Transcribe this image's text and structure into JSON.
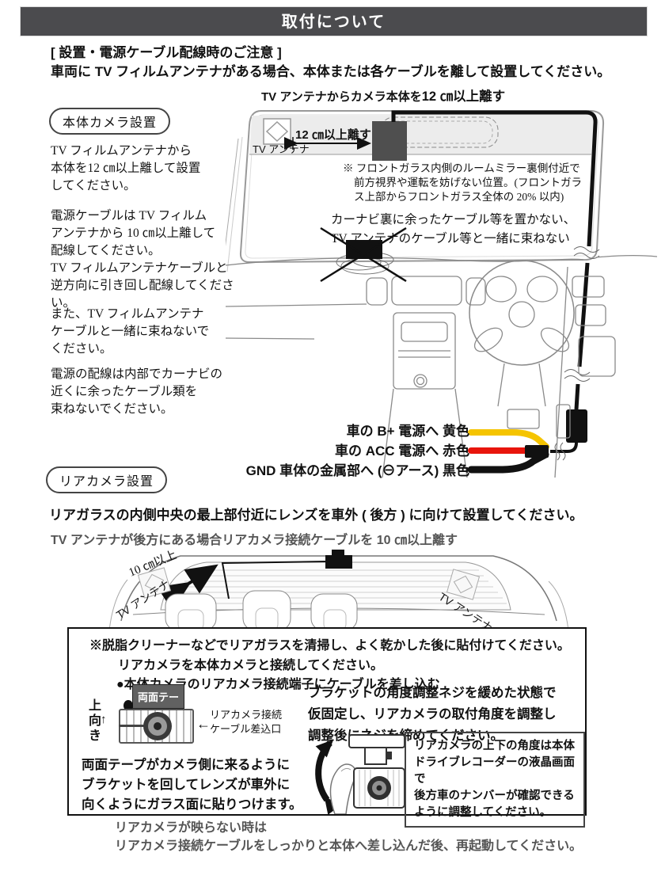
{
  "header": {
    "title": "取付について",
    "bg_color": "#4b4b4e"
  },
  "intro": {
    "line1": "[ 設置・電源ケーブル配線時のご注意 ]",
    "line2": "車両に TV フィルムアンテナがある場合、本体または各ケーブルを離して設置してください。"
  },
  "front_section": {
    "badge": "本体カメラ設置",
    "caption_prefix": "TV アンテナからカメラ本体を",
    "caption_bold": "12 ㎝以上離す",
    "paragraphs": [
      "TV フィルムアンテナから\n本体を12 ㎝以上離して設置\nしてください。",
      "電源ケーブルは TV フィルム\nアンテナから 10 ㎝以上離して\n配線してください。\nTV フィルムアンテナケーブルと\n逆方向に引き回し配線してください。",
      "また、TV フィルムアンテナ\nケーブルと一緒に束ねないで\nください。",
      "電源の配線は内部でカーナビの\n近くに余ったケーブル類を\n束ねないでください。"
    ],
    "windshield": {
      "distance_label": "12 ㎝以上離す",
      "antenna_label": "TV アンテナ",
      "note_lines": [
        "※ フロントガラス内側のルームミラー裏側付近で",
        "前方視界や運転を妨げない位置。(フロントガラ",
        "ス上部からフロントガラス全体の 20% 以内)"
      ],
      "dash_note_lines": [
        "カーナビ裏に余ったケーブル等を置かない、",
        "TV アンテナのケーブル等と一緒に束ねない"
      ]
    },
    "wires": [
      {
        "label": "車の B+ 電源へ  黄色",
        "color": "#f5c400"
      },
      {
        "label": "車の ACC 電源へ  赤色",
        "color": "#e8150c"
      },
      {
        "label": "GND 車体の金属部へ (⊖アース) 黒色",
        "color": "#111111"
      }
    ]
  },
  "rear_section": {
    "badge": "リアカメラ設置",
    "headline": "リアガラスの内側中央の最上部付近にレンズを車外 ( 後方 ) に向けて設置してください。",
    "subline": "TV アンテナが後方にある場合リアカメラ接続ケーブルを 10 ㎝以上離す",
    "diagram": {
      "distance_label": "10 ㎝以上",
      "antenna_left": "TV アンテナ",
      "antenna_right": "TV アンテナ"
    }
  },
  "instruction_box": {
    "line1": "※脱脂クリーナーなどでリアガラスを清掃し、よく乾かした後に貼付けてください。",
    "line2": "リアカメラを本体カメラと接続してください。",
    "line3": "●本体カメラのリアカメラ接続端子にケーブルを差し込む",
    "camera_detail": {
      "tape_label": "両面テープ",
      "orientation_label": "上向き",
      "arrow_up": "↑",
      "arrow_left": "←",
      "jack_label_line1": "リアカメラ接続",
      "jack_label_line2": "ケーブル差込口"
    },
    "left_note": "両面テープがカメラ側に来るように\nブラケットを回してレンズが車外に\n向くようにガラス面に貼りつけます。",
    "right_note": "ブラケットの角度調整ネジを緩めた状態で\n仮固定し、リアカメラの取付角度を調整し\n調整後にネジを締めてください。",
    "angle_note": "リアカメラの上下の角度は本体\nドライブレコーダーの液晶画面で\n後方車のナンバーが確認できる\nように調整してください。"
  },
  "footer": {
    "line1": "リアカメラが映らない時は",
    "line2": "リアカメラ接続ケーブルをしっかりと本体へ差し込んだ後、再起動してください。"
  }
}
